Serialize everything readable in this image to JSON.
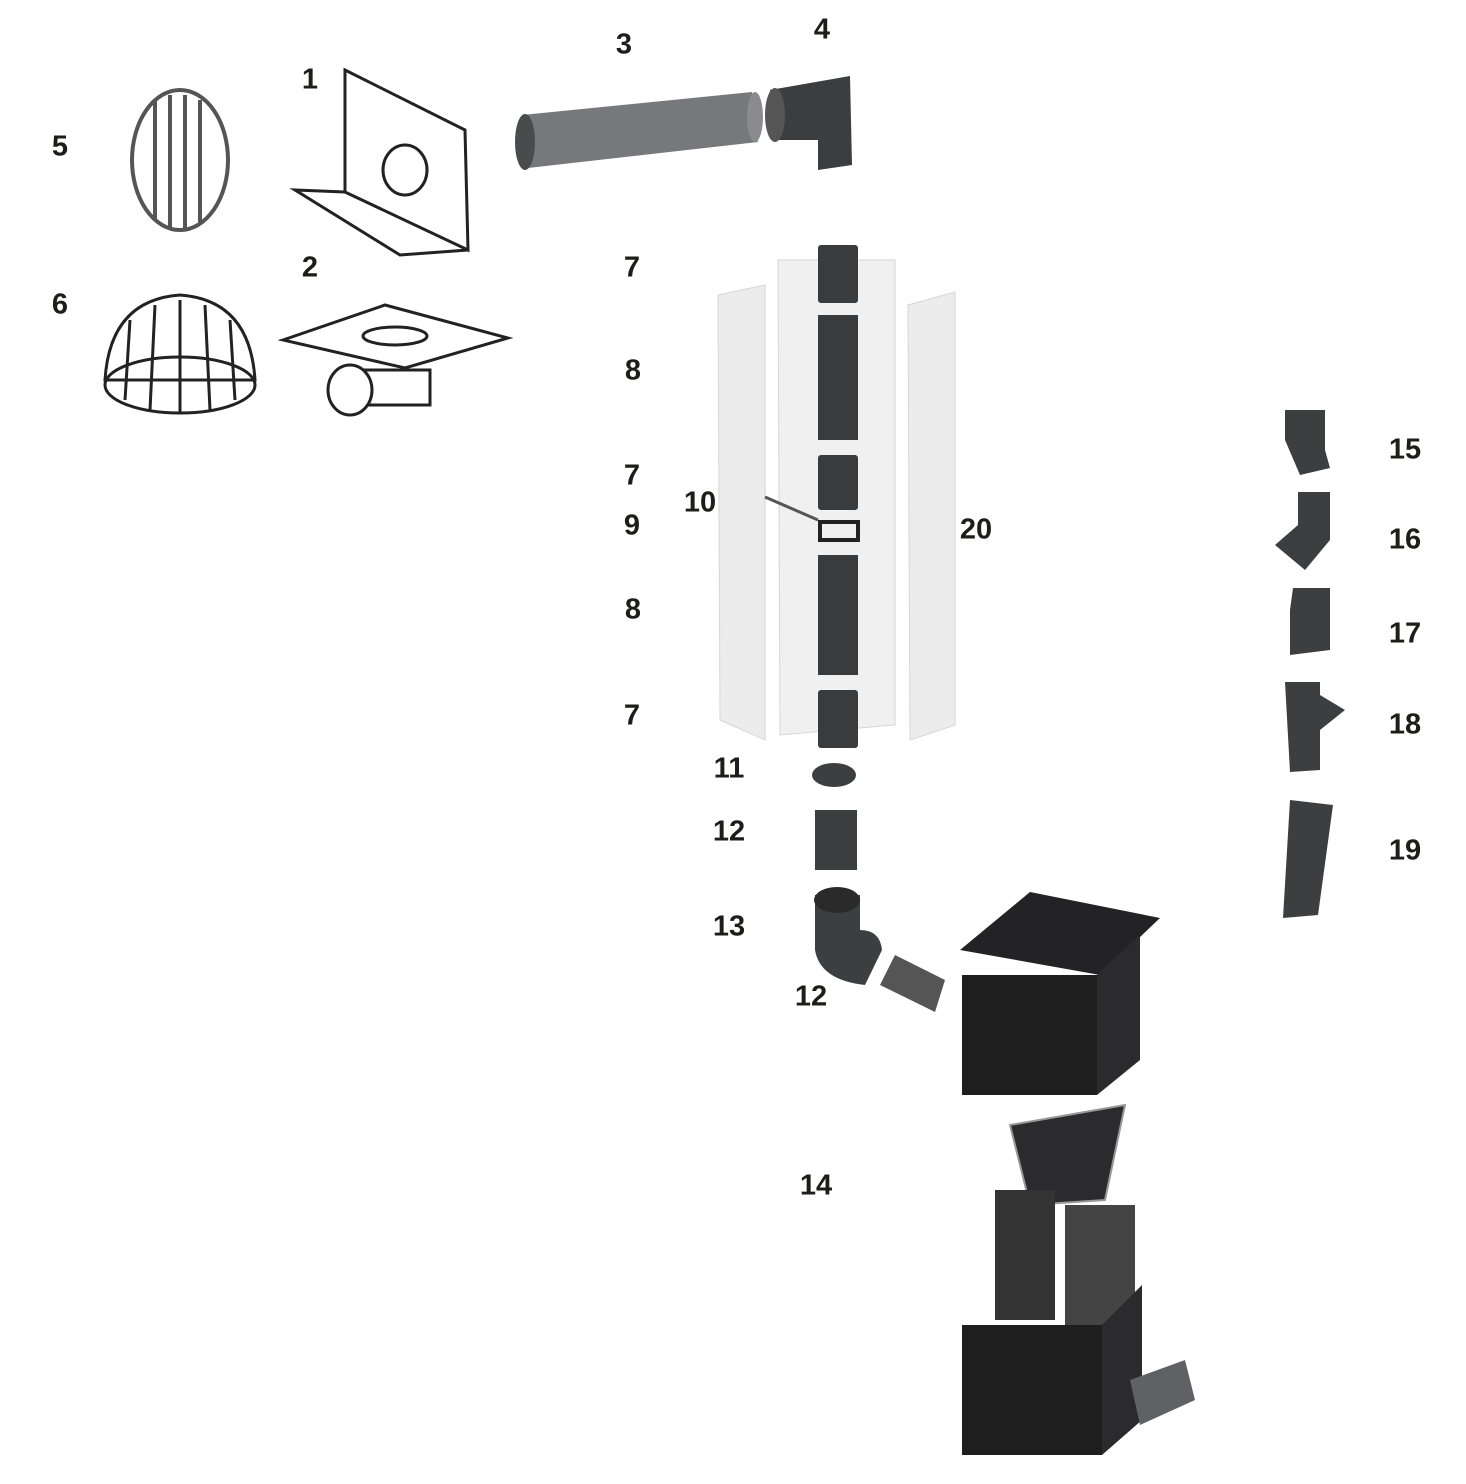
{
  "labels": [
    "1",
    "2",
    "3",
    "4",
    "5",
    "6",
    "7",
    "8",
    "7",
    "10",
    "9",
    "20",
    "8",
    "7",
    "11",
    "12",
    "13",
    "12",
    "14",
    "15",
    "16",
    "17",
    "18",
    "19"
  ],
  "colors": {
    "pipe_grey": "#6e6f72",
    "dark_part": "#3a3b3d",
    "black_box": "#1e1e1f",
    "panel_white": "#ececec",
    "outline": "#2a2a2a"
  }
}
